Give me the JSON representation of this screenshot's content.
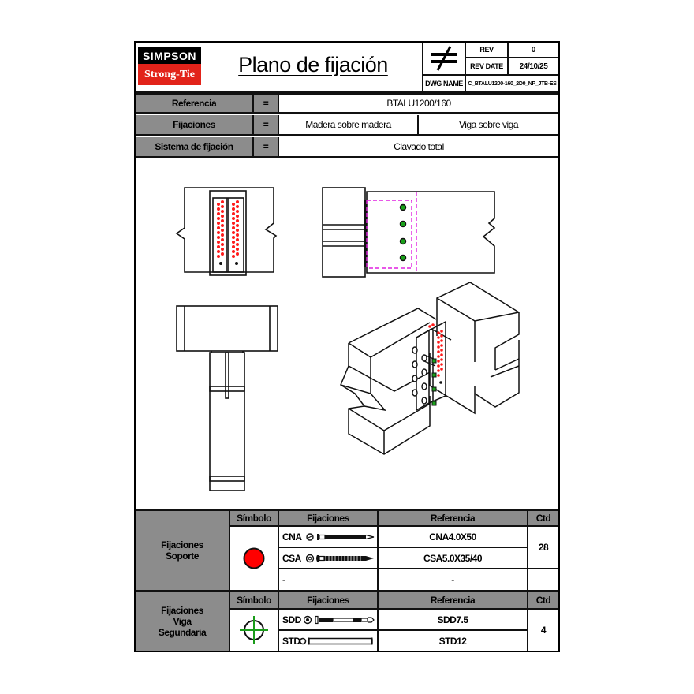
{
  "header": {
    "logo_top": "SIMPSON",
    "logo_bottom": "Strong-Tie",
    "title": "Plano de fijación",
    "symbol": "≠",
    "rev_label": "REV",
    "rev_value": "0",
    "rev_date_label": "REV DATE",
    "rev_date_value": "24/10/25",
    "dwg_name_label": "DWG NAME",
    "dwg_name_value": "C_BTALU1200-160_2D0_NP_JTB-ES"
  },
  "info": {
    "rows": [
      {
        "label": "Referencia",
        "eq": "=",
        "values": [
          "BTALU1200/160"
        ]
      },
      {
        "label": "Fijaciones",
        "eq": "=",
        "values": [
          "Madera sobre madera",
          "Viga sobre viga"
        ]
      },
      {
        "label": "Sistema de fijación",
        "eq": "=",
        "values": [
          "Clavado total"
        ]
      }
    ]
  },
  "drawing": {
    "views": [
      "front-view",
      "side-view",
      "top-view",
      "isometric-view"
    ],
    "colors": {
      "support_fastener": "#ff0000",
      "secondary_fastener": "#1a9c1a",
      "hidden_outline": "#e020e0",
      "lines": "#111111"
    }
  },
  "table_support": {
    "group_label": "Fijaciones\nSoporte",
    "group_line1": "Fijaciones",
    "group_line2": "Soporte",
    "headers": {
      "symbol": "Símbolo",
      "fasteners": "Fijaciones",
      "reference": "Referencia",
      "qty": "Ctd"
    },
    "symbol_icon": "red-filled-circle",
    "rows": [
      {
        "code": "CNA",
        "icon": "nail-icon",
        "reference": "CNA4.0X50"
      },
      {
        "code": "CSA",
        "icon": "screw-icon",
        "reference": "CSA5.0X35/40"
      },
      {
        "code": "-",
        "icon": "",
        "reference": "-"
      }
    ],
    "qty": "28"
  },
  "table_secondary": {
    "group_line1": "Fijaciones",
    "group_line2": "Viga",
    "group_line3": "Segundaria",
    "headers": {
      "symbol": "Símbolo",
      "fasteners": "Fijaciones",
      "reference": "Referencia",
      "qty": "Ctd"
    },
    "symbol_icon": "green-crosshair",
    "rows": [
      {
        "code": "SDD",
        "icon": "dowel-screw-icon",
        "reference": "SDD7.5"
      },
      {
        "code": "STD",
        "icon": "dowel-icon",
        "reference": "STD12"
      }
    ],
    "qty": "4"
  }
}
